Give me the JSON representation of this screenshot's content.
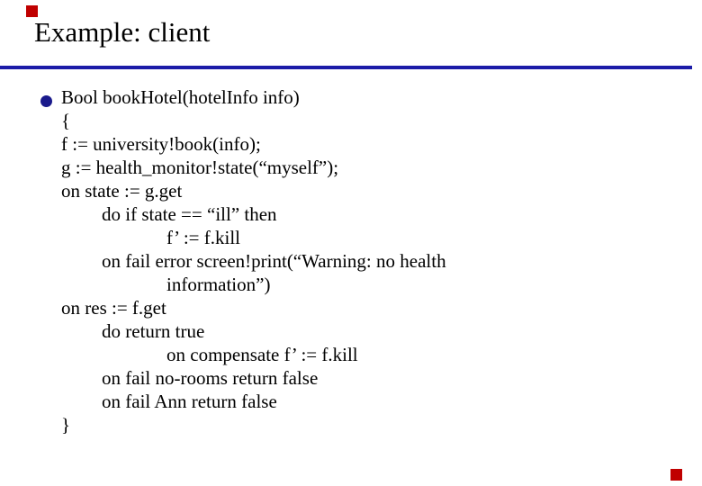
{
  "slide": {
    "title": "Example: client",
    "bullet_icon": "filled-circle-bullet",
    "code_lines": [
      {
        "indent": 0,
        "text": "Bool bookHotel(hotelInfo info)"
      },
      {
        "indent": 0,
        "text": "{"
      },
      {
        "indent": 0,
        "text": "f := university!book(info);"
      },
      {
        "indent": 0,
        "text": "g := health_monitor!state(“myself”);"
      },
      {
        "indent": 0,
        "text": "on state := g.get"
      },
      {
        "indent": 1,
        "text": "do if state == “ill” then"
      },
      {
        "indent": 2,
        "text": "f’ := f.kill"
      },
      {
        "indent": 1,
        "text": "on fail error screen!print(“Warning: no health"
      },
      {
        "indent": 2,
        "text": "information”)"
      },
      {
        "indent": 0,
        "text": "on res := f.get"
      },
      {
        "indent": 1,
        "text": "do return true"
      },
      {
        "indent": 2,
        "text": "on compensate f’ := f.kill"
      },
      {
        "indent": 1,
        "text": "on fail no-rooms return false"
      },
      {
        "indent": 1,
        "text": "on fail Ann return false"
      },
      {
        "indent": 0,
        "text": "}"
      }
    ],
    "colors": {
      "background": "#ffffff",
      "text": "#000000",
      "rule": "#1c1ca8",
      "bullet": "#1a1a8c",
      "marker": "#c00000"
    }
  }
}
